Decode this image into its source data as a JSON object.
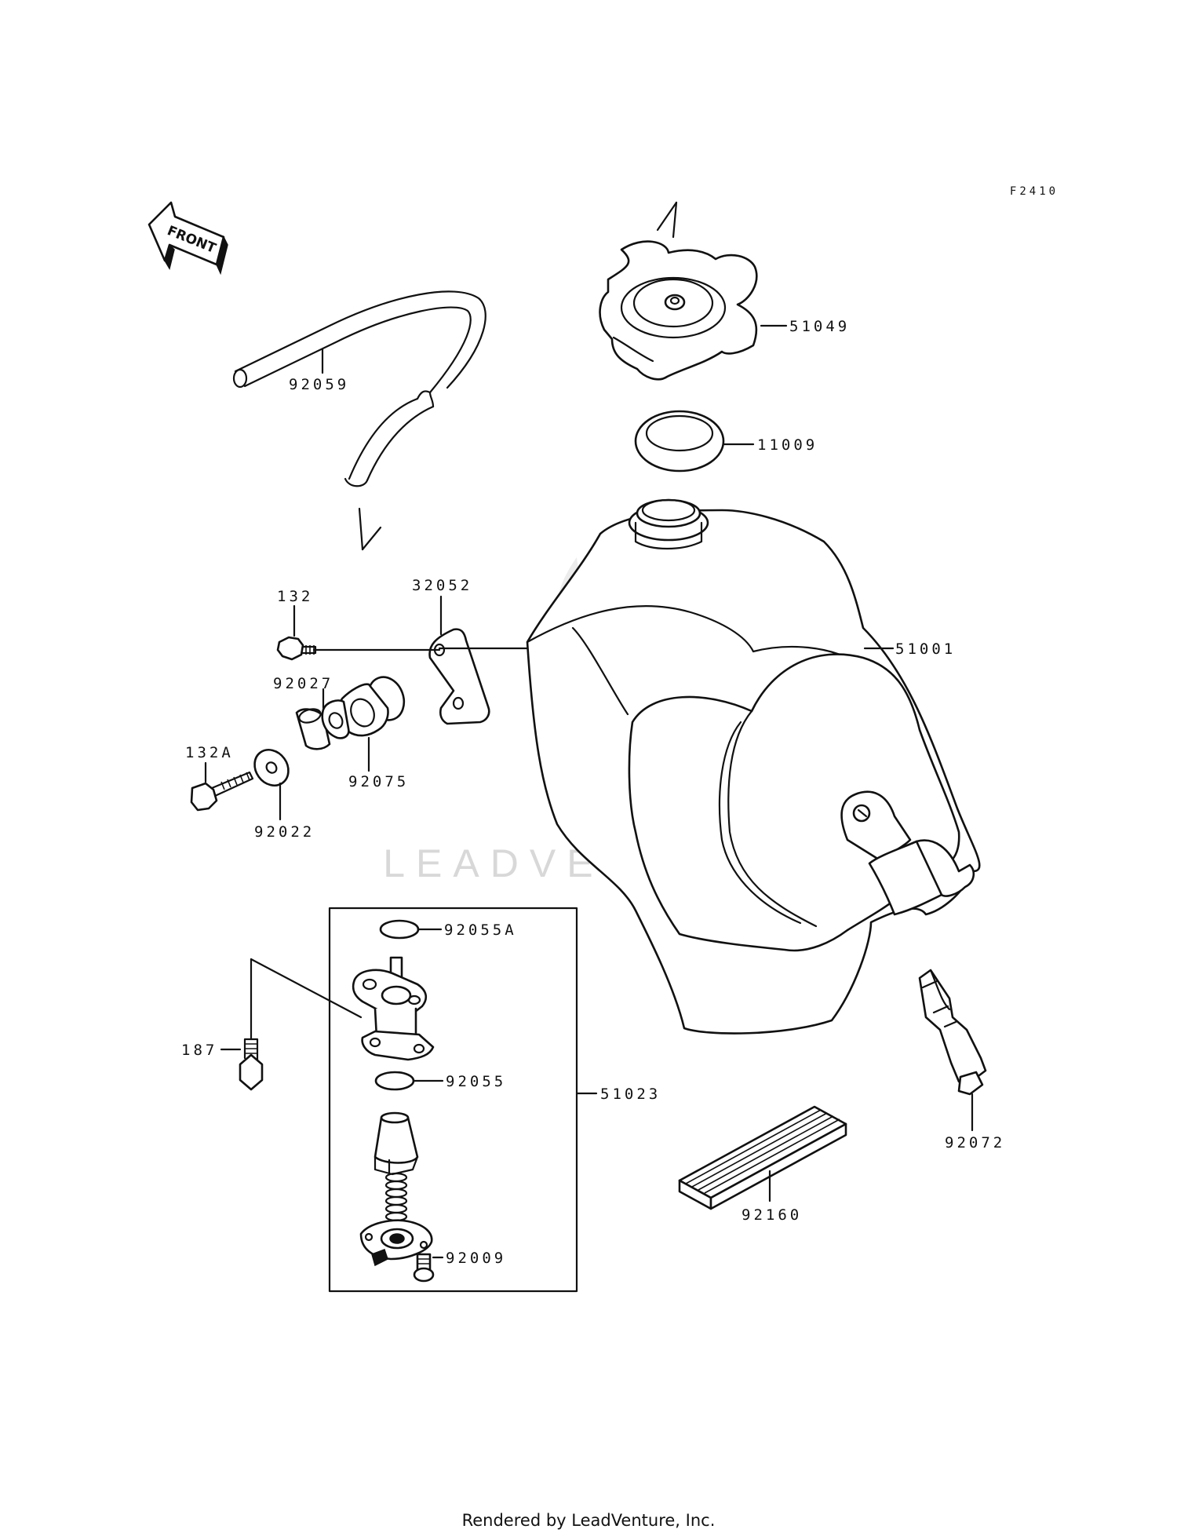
{
  "figure_id": "F2410",
  "front_arrow": "FRONT",
  "parts": {
    "p51049": "51049",
    "p11009": "11009",
    "p92059": "92059",
    "p51001": "51001",
    "p32052": "32052",
    "p132": "132",
    "p92027": "92027",
    "p132A": "132A",
    "p92075": "92075",
    "p92022": "92022",
    "p92055A": "92055A",
    "p187": "187",
    "p92055": "92055",
    "p51023": "51023",
    "p92009": "92009",
    "p92072": "92072",
    "p92160": "92160"
  },
  "watermark": "LEADVENTURE",
  "footer": "Rendered by LeadVenture, Inc."
}
